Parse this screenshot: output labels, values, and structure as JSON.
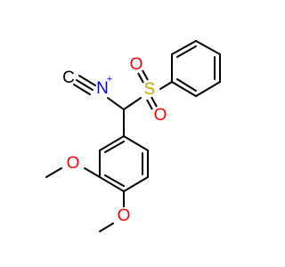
{
  "molecule": {
    "atoms": {
      "isocyanide_n": {
        "symbol": "N",
        "charge": "+",
        "color": "#0000ff"
      },
      "isocyanide_c": {
        "symbol": "C",
        "color": "#000000"
      },
      "sulfur": {
        "symbol": "S",
        "color": "#c8a200"
      },
      "sulfonyl_o_top": {
        "symbol": "O",
        "color": "#ff0000"
      },
      "sulfonyl_o_bottom": {
        "symbol": "O",
        "color": "#ff0000"
      },
      "methoxy_o_1": {
        "symbol": "O",
        "color": "#ff0000"
      },
      "methoxy_o_2": {
        "symbol": "O",
        "color": "#ff0000"
      }
    }
  }
}
